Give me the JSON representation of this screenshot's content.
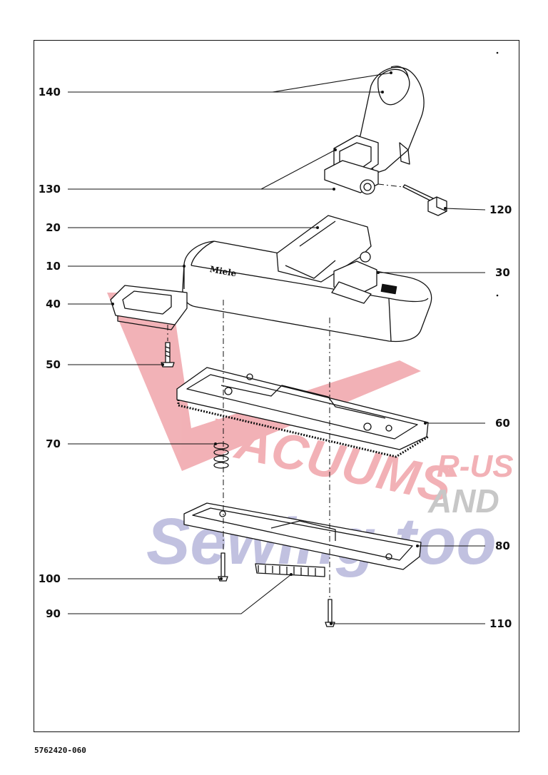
{
  "callouts": {
    "c140": "140",
    "c130": "130",
    "c120": "120",
    "c20": "20",
    "c10": "10",
    "c30": "30",
    "c40": "40",
    "c50": "50",
    "c60": "60",
    "c70": "70",
    "c80": "80",
    "c100": "100",
    "c90": "90",
    "c110": "110"
  },
  "brand_mark": "Miele",
  "watermark": {
    "line1": "VACUUMS",
    "line2": "R-US",
    "line3": "AND",
    "line4": "Sewing too"
  },
  "footer_code": "5762420-060",
  "colors": {
    "ink": "#111111",
    "watermark_red": "#e8737b",
    "watermark_blue": "#8f8fc8",
    "watermark_gray": "#9a9a9a"
  }
}
